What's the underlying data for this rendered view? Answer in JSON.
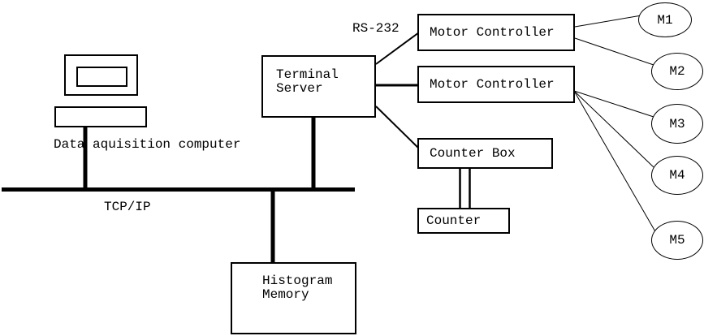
{
  "diagram": {
    "computer": {
      "label": "Data aquisition computer"
    },
    "bus": {
      "label": "TCP/IP"
    },
    "serial_link": {
      "label": "RS-232"
    },
    "terminal_server": {
      "line1": "Terminal",
      "line2": "Server"
    },
    "motor_controller_1": {
      "label": "Motor Controller"
    },
    "motor_controller_2": {
      "label": "Motor Controller"
    },
    "counter_box": {
      "label": "Counter Box"
    },
    "counter": {
      "label": "Counter"
    },
    "histogram_memory": {
      "line1": "Histogram",
      "line2": "Memory"
    },
    "motors": [
      {
        "label": "M1"
      },
      {
        "label": "M2"
      },
      {
        "label": "M3"
      },
      {
        "label": "M4"
      },
      {
        "label": "M5"
      }
    ]
  },
  "colors": {
    "background": "#ffffff",
    "line": "#000000",
    "text": "#000000"
  }
}
